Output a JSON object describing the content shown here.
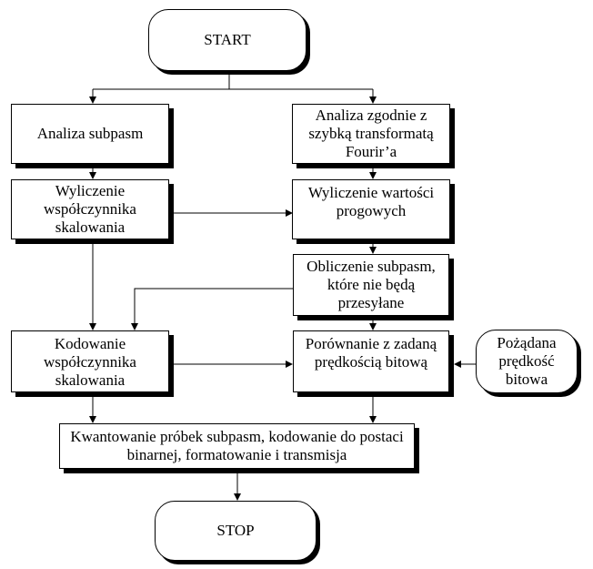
{
  "nodes": {
    "start": "START",
    "analiza_subpasm": "Analiza subpasm",
    "analiza_fft": "Analiza zgodnie z szybką transformatą Fourir’a",
    "wyliczenie_wsp": "Wyliczenie współczynnika skalowania",
    "wyliczenie_prog": "Wyliczenie wartości progowych",
    "obliczenie": "Obliczenie subpasm, które nie będą przesyłane",
    "kodowanie": "Kodowanie współczynnika skalowania",
    "porownanie": "Porównanie z zadaną prędkością bitową",
    "pozadana": "Pożądana prędkość bitowa",
    "kwantowanie": "Kwantowanie próbek subpasm, kodowanie do postaci binarnej, formatowanie i transmisja",
    "stop": "STOP"
  }
}
